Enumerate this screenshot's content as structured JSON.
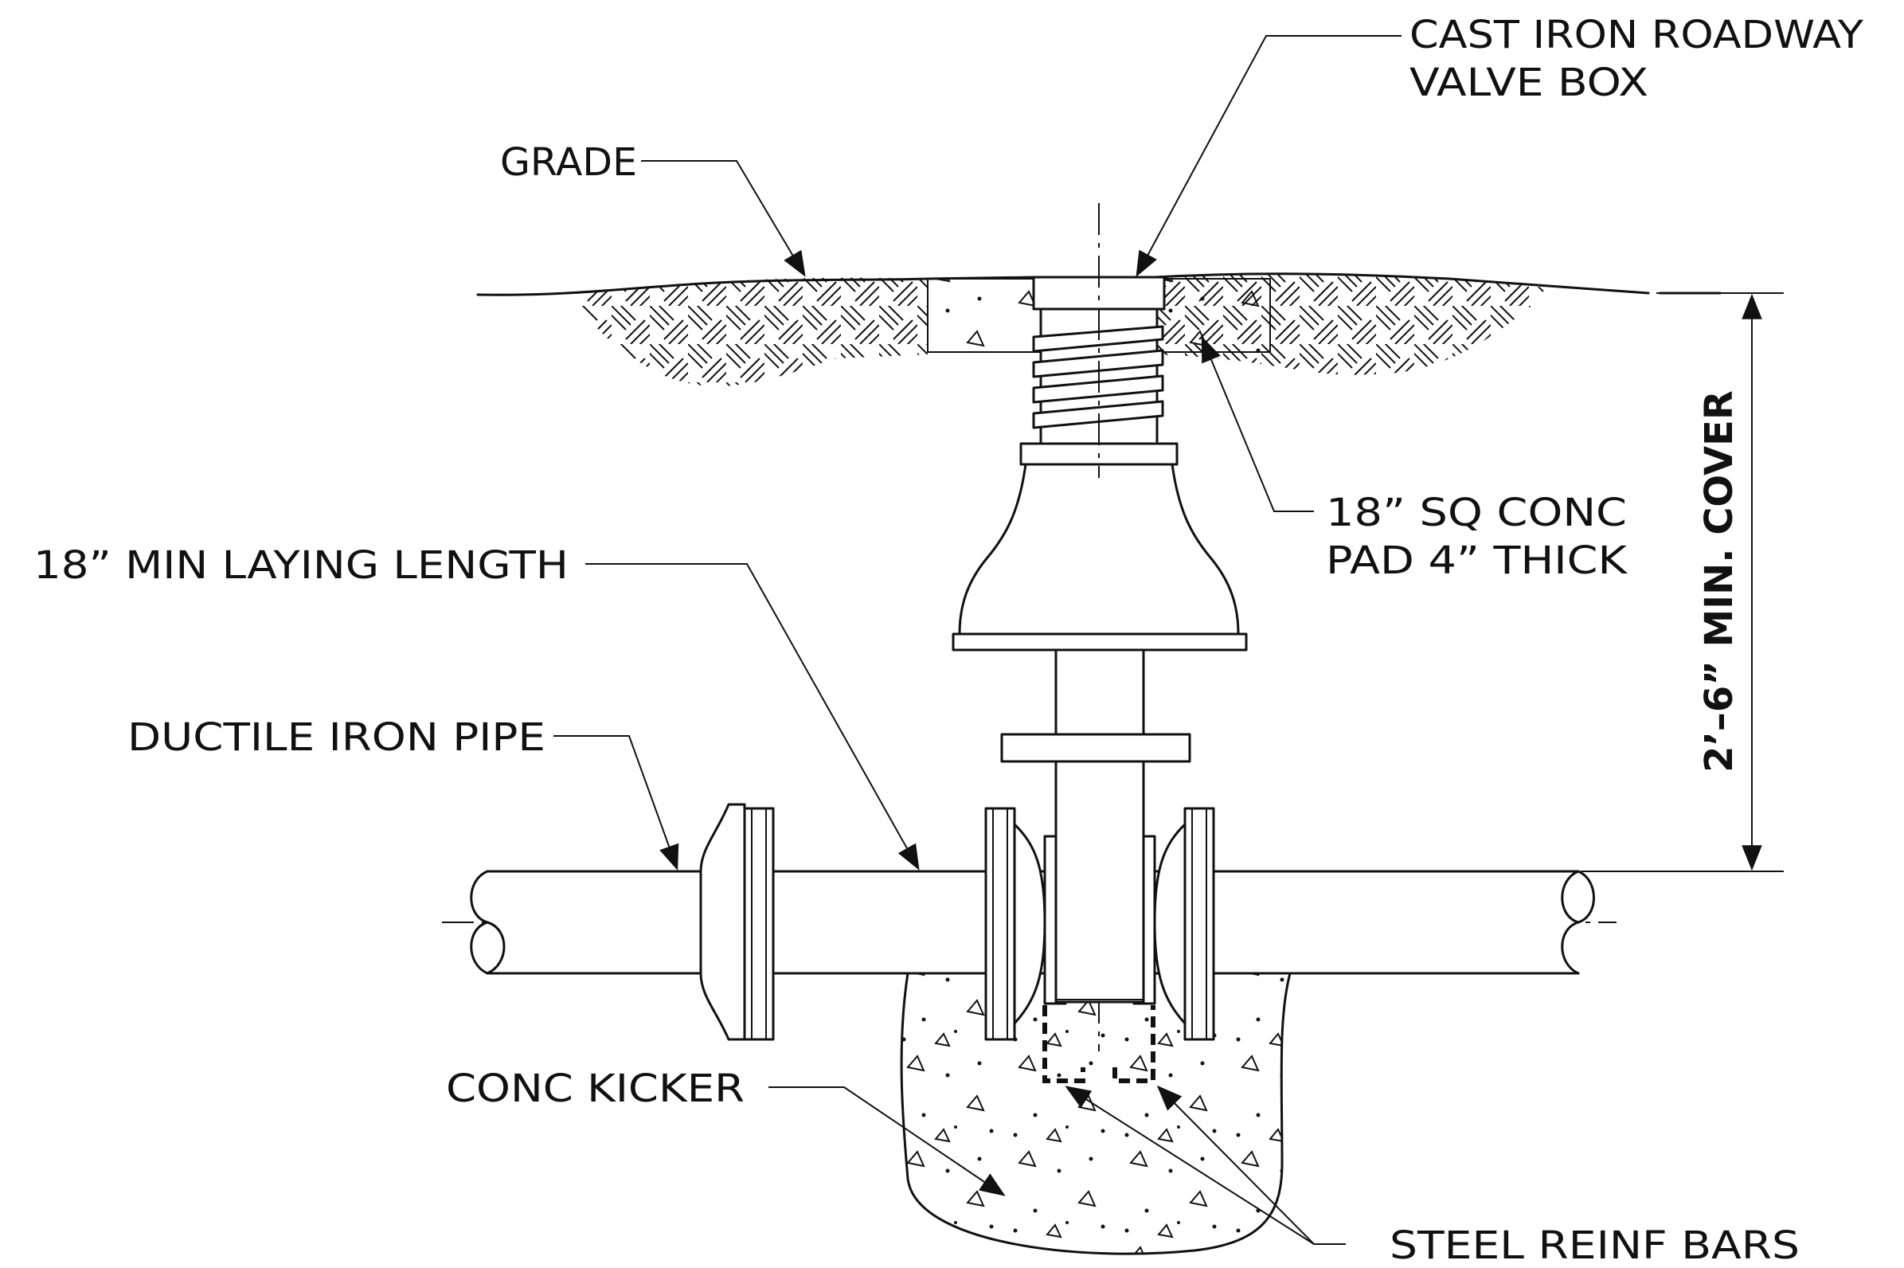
{
  "labels": {
    "valve_box_line1": "CAST IRON ROADWAY",
    "valve_box_line2": "VALVE BOX",
    "grade": "GRADE",
    "pad_line1": "18” SQ CONC",
    "pad_line2": "PAD 4” THICK",
    "laying_length": "18” MIN LAYING LENGTH",
    "ductile_pipe": "DUCTILE IRON PIPE",
    "conc_kicker": "CONC KICKER",
    "steel_bars": "STEEL REINF BARS",
    "min_cover": "2’–6” MIN. COVER"
  },
  "colors": {
    "ink": "#111111",
    "paper": "#ffffff"
  }
}
